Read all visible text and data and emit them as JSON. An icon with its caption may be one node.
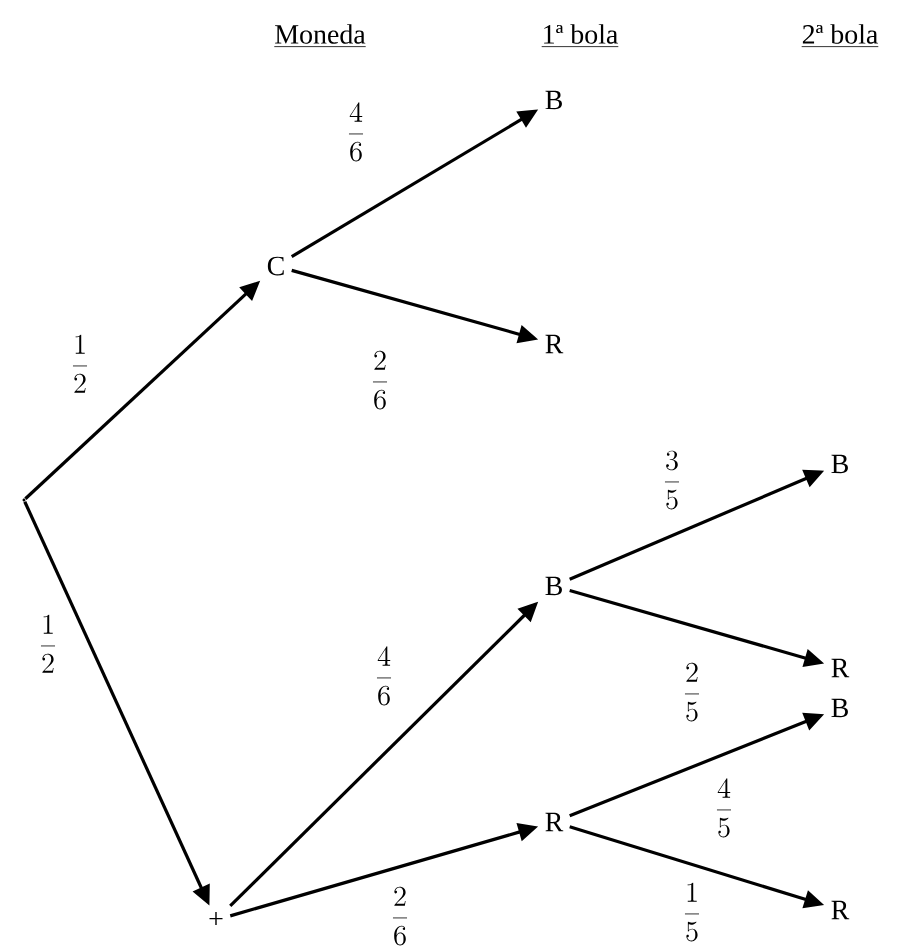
{
  "diagram": {
    "nodes": [
      {
        "text": [],
        "shape": "point"
      },
      {
        "text": [
          "C"
        ]
      },
      {
        "text": [
          "B"
        ]
      },
      {
        "text": [
          "R"
        ]
      },
      {
        "text": [
          "+"
        ]
      },
      {
        "text": [
          "B"
        ]
      },
      {
        "text": [
          "R"
        ]
      },
      {
        "text": [
          "B"
        ]
      },
      {
        "text": [
          "R"
        ]
      },
      {
        "text": [
          "B"
        ]
      },
      {
        "text": [
          "R"
        ]
      }
    ],
    "edges": [
      {
        "from": 0,
        "to": 1,
        "arrow": "to",
        "label": "\\frac{1}{2}"
      },
      {
        "from": 0,
        "to": 4,
        "arrow": "to",
        "label": "\\frac{1}{2}"
      },
      {
        "from": 1,
        "to": 2,
        "arrow": "to",
        "label": "\\frac{4}{6}"
      },
      {
        "from": 1,
        "to": 3,
        "arrow": "to",
        "label": "\\frac{2}{6}"
      },
      {
        "from": 4,
        "to": 5,
        "arrow": "to",
        "label": "\\frac{4}{6}"
      },
      {
        "from": 4,
        "to": 6,
        "arrow": "to",
        "label": "\\frac{2}{6}"
      },
      {
        "from": 5,
        "to": 7,
        "arrow": "to",
        "label": "\\frac{3}{5}"
      },
      {
        "from": 5,
        "to": 8,
        "arrow": "to",
        "label": "\\frac{2}{5}"
      },
      {
        "from": 6,
        "to": 9,
        "arrow": "to",
        "label": "\\frac{4}{5}"
      },
      {
        "from": 6,
        "to": 10,
        "arrow": "to",
        "label": "\\frac{1}{5}"
      }
    ],
    "labels": [
      "Moneda",
      "1ª bola",
      "2ª bola"
    ]
  }
}
